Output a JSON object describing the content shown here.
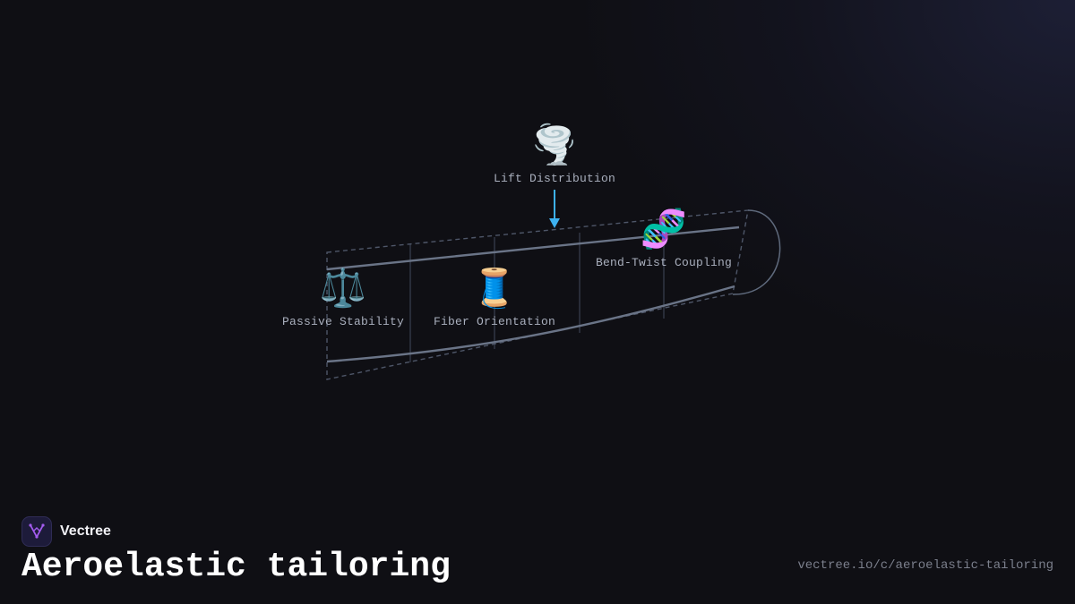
{
  "diagram": {
    "nodes": [
      {
        "id": "lift",
        "icon": "tornado-icon",
        "emoji": "🌪️",
        "label": "Lift Distribution"
      },
      {
        "id": "bend",
        "icon": "dna-icon",
        "emoji": "🧬",
        "label": "Bend-Twist Coupling"
      },
      {
        "id": "passive",
        "icon": "balance-scale-icon",
        "emoji": "⚖️",
        "label": "Passive Stability"
      },
      {
        "id": "fiber",
        "icon": "thread-spool-icon",
        "emoji": "🧵",
        "label": "Fiber Orientation"
      }
    ],
    "colors": {
      "wing_outline": "#5f6a7d",
      "wing_dashed": "#4e5668",
      "rib": "#3a4050",
      "arrow": "#3db1f0",
      "label": "#a9afbd"
    }
  },
  "brand": {
    "name": "Vectree",
    "logo_icon": "vectree-logo-icon",
    "logo_color": "#a45cf0"
  },
  "title": "Aeroelastic tailoring",
  "url": "vectree.io/c/aeroelastic-tailoring"
}
